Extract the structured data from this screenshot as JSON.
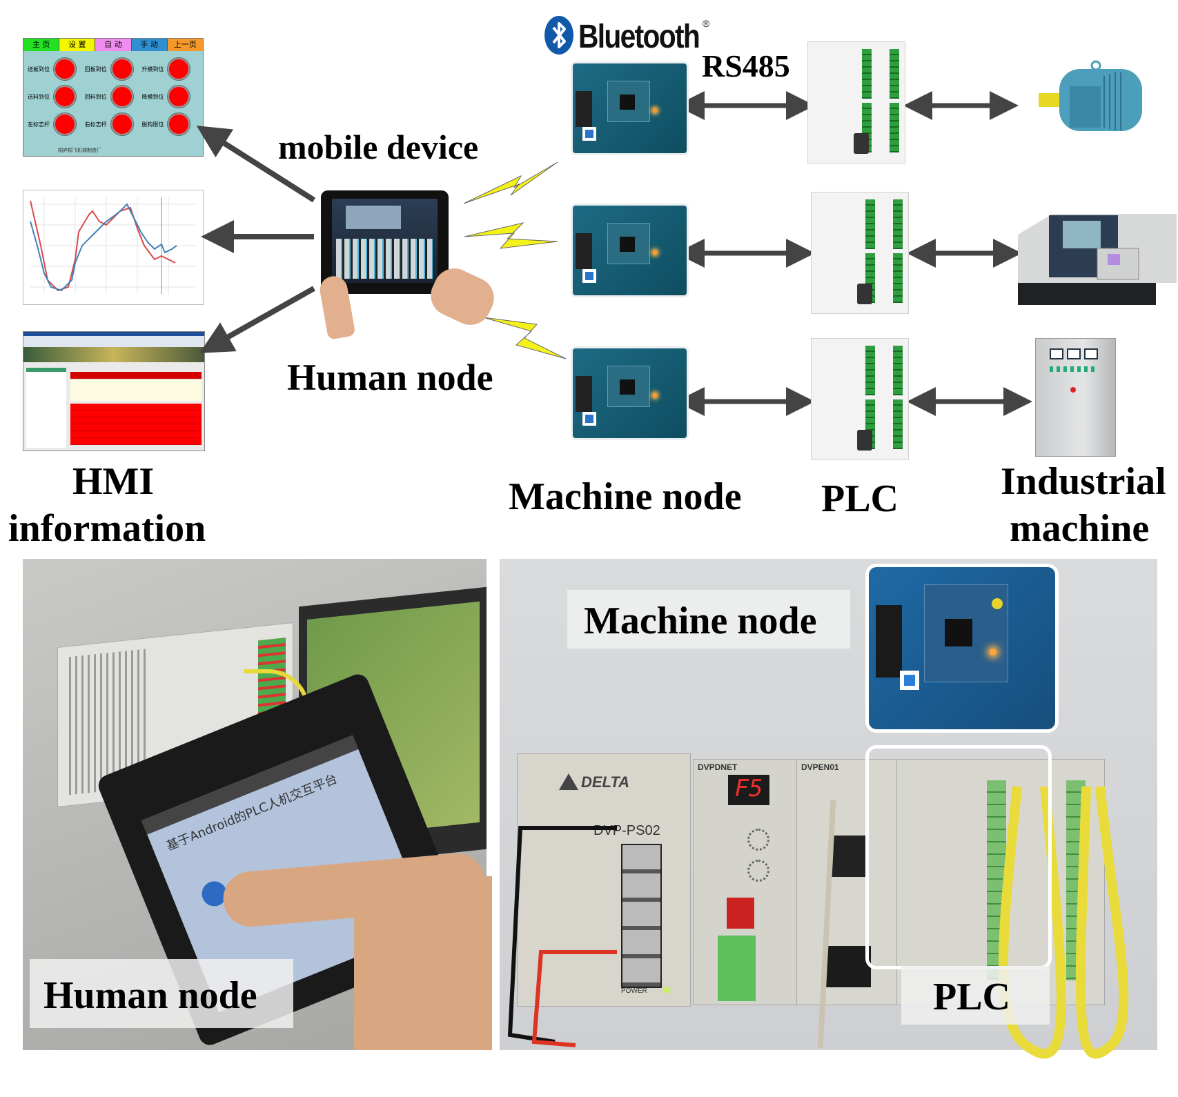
{
  "diagram": {
    "labels": {
      "bluetooth": "Bluetooth",
      "bluetooth_mark": "®",
      "rs485": "RS485",
      "mobile_device": "mobile device",
      "human_node": "Human node",
      "hmi_line1": "HMI",
      "hmi_line2": "information",
      "machine_node": "Machine node",
      "plc": "PLC",
      "industrial_line1": "Industrial",
      "industrial_line2": "machine"
    },
    "hmi_panel": {
      "tabs": [
        {
          "label": "主 页",
          "color": "#22e022"
        },
        {
          "label": "设 置",
          "color": "#f5f500"
        },
        {
          "label": "自 动",
          "color": "#f08cf0"
        },
        {
          "label": "手 动",
          "color": "#2f8fd0"
        },
        {
          "label": "上一页",
          "color": "#f59a2a"
        }
      ],
      "indicators": [
        "送板到位",
        "回板到位",
        "升模到位",
        "送料到位",
        "回料到位",
        "降模到位",
        "左标志杆",
        "右标志杆",
        "脱钩限位"
      ],
      "lamp_color": "#ff0000",
      "footer": "桐庐桐飞机械制造厂"
    },
    "photos": {
      "left_caption": "Human node",
      "left_tablet_title": "基于Android的PLC人机交互平台",
      "right_caption_machine": "Machine node",
      "right_caption_plc": "PLC",
      "brand": "DELTA",
      "power_module": "DVP-PS02",
      "module_a": "DVPDNET",
      "module_b": "DVPEN01",
      "display": "F5",
      "power_label": "POWER"
    },
    "colors": {
      "arrow": "#444444",
      "bolt": "#f5f21a",
      "bluetooth_blue": "#1058a8"
    }
  }
}
